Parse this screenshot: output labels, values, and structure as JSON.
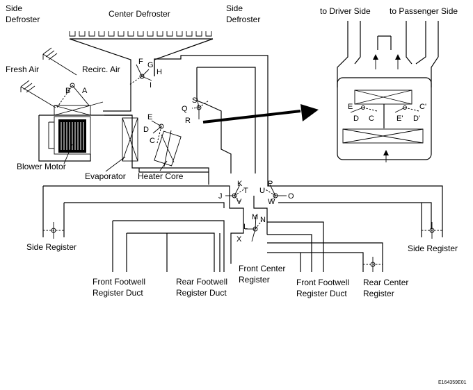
{
  "labels": {
    "side_defroster_left_1": "Side",
    "side_defroster_left_2": "Defroster",
    "center_defroster": "Center Defroster",
    "side_defroster_right_1": "Side",
    "side_defroster_right_2": "Defroster",
    "to_driver_side": "to Driver Side",
    "to_passenger_side": "to Passenger Side",
    "fresh_air": "Fresh Air",
    "recirc_air": "Recirc. Air",
    "blower_motor": "Blower Motor",
    "evaporator": "Evaporator",
    "heater_core": "Heater Core",
    "side_register_left": "Side Register",
    "side_register_right": "Side Register",
    "front_footwell_left_1": "Front Footwell",
    "front_footwell_left_2": "Register Duct",
    "rear_footwell_1": "Rear Footwell",
    "rear_footwell_2": "Register Duct",
    "front_center_1": "Front Center",
    "front_center_2": "Register",
    "front_footwell_right_1": "Front Footwell",
    "front_footwell_right_2": "Register Duct",
    "rear_center_1": "Rear Center",
    "rear_center_2": "Register",
    "figure_code": "E164359E01"
  },
  "letters": {
    "A": "A",
    "B": "B",
    "C": "C",
    "D": "D",
    "E": "E",
    "F": "F",
    "G": "G",
    "H": "H",
    "I": "I",
    "J": "J",
    "K": "K",
    "L": "L",
    "M": "M",
    "N": "N",
    "O": "O",
    "P": "P",
    "Q": "Q",
    "R": "R",
    "S": "S",
    "T": "T",
    "U": "U",
    "V": "V",
    "W": "W",
    "X": "X",
    "detail_E": "E",
    "detail_D": "D",
    "detail_C": "C",
    "detail_C_prime": "C'",
    "detail_E_prime": "E'",
    "detail_D_prime": "D'"
  }
}
